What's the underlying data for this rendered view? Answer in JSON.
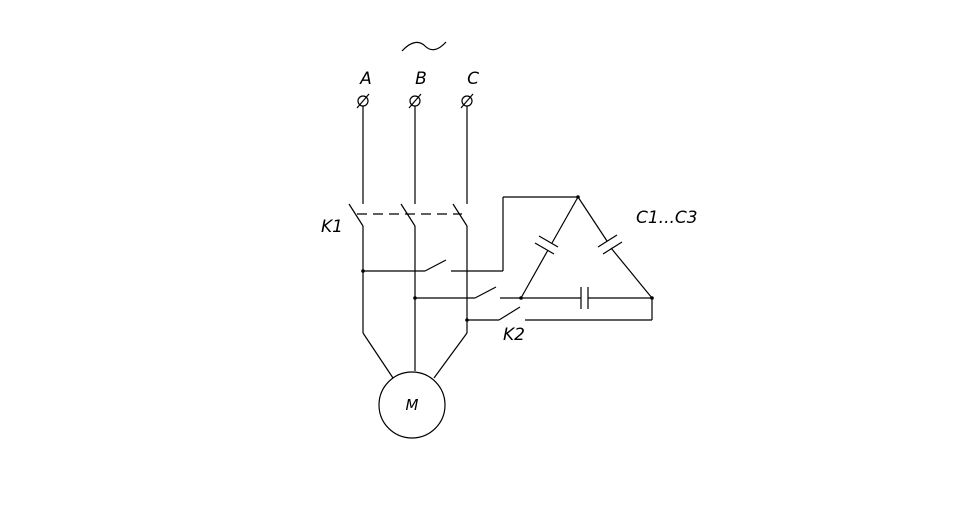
{
  "diagram": {
    "ac_symbol": "~",
    "phases": [
      "A",
      "B",
      "C"
    ],
    "contactor_main_label": "K1",
    "contactor_aux_label": "K2",
    "capacitor_label": "C1...C3",
    "motor_label": "M"
  }
}
